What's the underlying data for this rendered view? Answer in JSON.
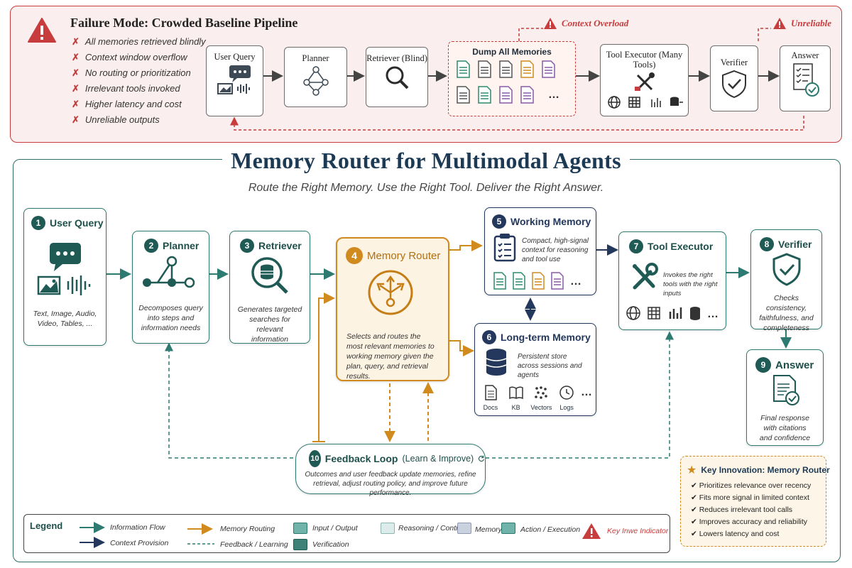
{
  "failure_panel": {
    "title": "Failure Mode: Crowded Baseline Pipeline",
    "items": [
      "All memories retrieved blindly",
      "Context window overflow",
      "No routing or prioritization",
      "Irrelevant tools invoked",
      "Higher latency and cost",
      "Unreliable outputs"
    ],
    "nodes": {
      "user_query": "User Query",
      "planner": "Planner",
      "retriever": "Retriever (Blind)",
      "dump": "Dump All Memories",
      "tool_executor": "Tool Executor (Many Tools)",
      "verifier": "Verifier",
      "answer": "Answer"
    },
    "warnings": {
      "context_overload": "Context Overload",
      "unreliable": "Unreliable"
    }
  },
  "main": {
    "title": "Memory Router for Multimodal Agents",
    "subtitle": "Route the Right Memory. Use the Right Tool. Deliver the Right Answer.",
    "nodes": {
      "user_query": {
        "num": "1",
        "title": "User Query",
        "desc": "Text, Image, Audio, Video, Tables, ..."
      },
      "planner": {
        "num": "2",
        "title": "Planner",
        "desc": "Decomposes query into steps and information needs"
      },
      "retriever": {
        "num": "3",
        "title": "Retriever",
        "desc": "Generates targeted searches for relevant information"
      },
      "router": {
        "num": "4",
        "title": "Memory Router",
        "desc": "Selects and routes the most relevant memories to working memory given the plan, query, and retrieval results."
      },
      "working_memory": {
        "num": "5",
        "title": "Working Memory",
        "desc": "Compact, high-signal context for reasoning and tool use"
      },
      "long_term": {
        "num": "6",
        "title": "Long-term Memory",
        "desc": "Persistent store across sessions and agents",
        "icons": [
          "Docs",
          "KB",
          "Vectors",
          "Logs"
        ]
      },
      "tool_executor": {
        "num": "7",
        "title": "Tool Executor",
        "desc": "Invokes the right tools with the right inputs"
      },
      "verifier": {
        "num": "8",
        "title": "Verifier",
        "desc": "Checks consistency, faithfulness, and completeness"
      },
      "answer": {
        "num": "9",
        "title": "Answer",
        "desc": "Final response with citations and confidence"
      },
      "feedback": {
        "num": "10",
        "title": "Feedback Loop",
        "title_suffix": "(Learn & Improve)",
        "desc": "Outcomes and user feedback update memories, refine retrieval, adjust routing policy, and improve future performance."
      }
    }
  },
  "legend": {
    "title": "Legend",
    "information_flow": "Information Flow",
    "context_provision": "Context Provision",
    "memory_routing": "Memory Routing",
    "feedback_learning": "Feedback / Learning",
    "input_output": "Input / Output",
    "verification": "Verification",
    "reasoning_control": "Reasoning / Control",
    "memory": "Memory",
    "action_execution": "Action / Execution",
    "key_indicator_a": "Key",
    "key_indicator_b": "Inwe Indicator"
  },
  "innovation": {
    "title": "Key Innovation: Memory Router",
    "items": [
      "Prioritizes relevance over recency",
      "Fits more signal in limited context",
      "Reduces irrelevant tool calls",
      "Improves accuracy and reliability",
      "Lowers latency and cost"
    ]
  },
  "colors": {
    "teal": "#2d7a70",
    "navy": "#23385c",
    "orange": "#d08a1e",
    "red": "#c73c3c"
  }
}
